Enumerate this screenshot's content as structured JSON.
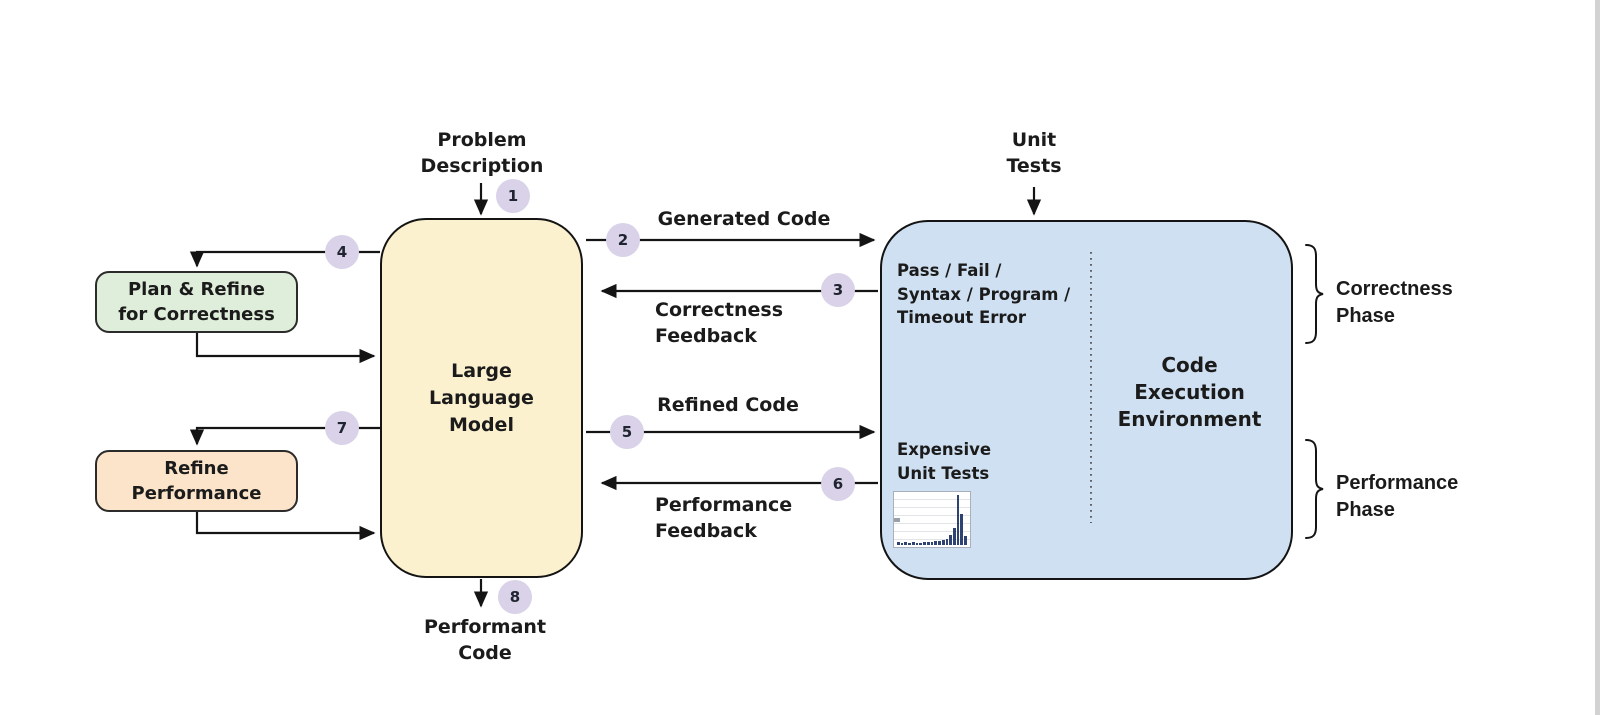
{
  "diagram": {
    "problem_description": {
      "lines": [
        "Problem",
        "Description"
      ]
    },
    "unit_tests": {
      "lines": [
        "Unit",
        "Tests"
      ]
    },
    "performant_code": {
      "lines": [
        "Performant",
        "Code"
      ]
    },
    "llm": {
      "lines": [
        "Large",
        "Language",
        "Model"
      ]
    },
    "plan_refine": {
      "lines": [
        "Plan & Refine",
        "for Correctness"
      ]
    },
    "refine_performance": {
      "lines": [
        "Refine",
        "Performance"
      ]
    },
    "cee": {
      "title": {
        "lines": [
          "Code",
          "Execution",
          "Environment"
        ]
      },
      "error_types": {
        "lines": [
          "Pass / Fail /",
          "Syntax / Program /",
          "Timeout Error"
        ]
      },
      "expensive": {
        "lines": [
          "Expensive",
          "Unit Tests"
        ]
      }
    },
    "arrows": {
      "generated_code": "Generated Code",
      "correctness_feedback": {
        "lines": [
          "Correctness",
          "Feedback"
        ]
      },
      "refined_code": "Refined Code",
      "performance_feedback": {
        "lines": [
          "Performance",
          "Feedback"
        ]
      }
    },
    "badges": [
      "1",
      "2",
      "3",
      "4",
      "5",
      "6",
      "7",
      "8"
    ],
    "phases": {
      "correctness": {
        "lines": [
          "Correctness",
          "Phase"
        ]
      },
      "performance": {
        "lines": [
          "Performance",
          "Phase"
        ]
      }
    }
  },
  "colors": {
    "llm_fill": "#FCF1CF",
    "cee_fill": "#CFE0F2",
    "plan_fill": "#DEEEDA",
    "perf_fill": "#FBE4C9",
    "badge_fill": "#D9D2E8",
    "badge_text": "#1F2430",
    "line": "#141414",
    "text": "#1B1B1B",
    "bar": "#2E4372"
  },
  "chart_data": {
    "type": "bar",
    "title": "",
    "values": [
      6,
      4,
      6,
      4,
      6,
      4,
      4,
      6,
      6,
      7,
      8,
      9,
      10,
      12,
      20,
      35,
      100,
      62,
      18
    ],
    "ylim": [
      0,
      100
    ],
    "grid": true,
    "note": "small histogram thumbnail shown beside the 'Expensive Unit Tests' label"
  }
}
